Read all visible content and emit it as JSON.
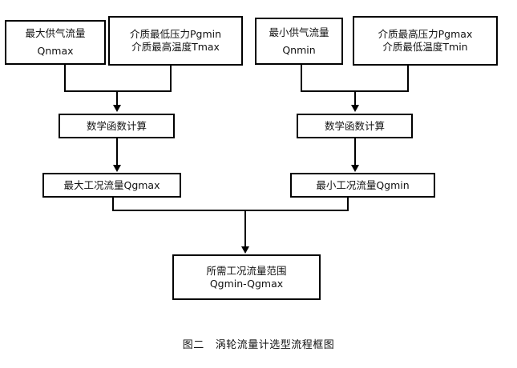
{
  "diagram": {
    "caption_label": "图二",
    "caption_title": "涡轮流量计选型流程框图",
    "colors": {
      "stroke": "#000000",
      "background": "#ffffff",
      "text": "#111111"
    },
    "nodes": {
      "max_supply_flow": {
        "line1": "最大供气流量",
        "line2": "Qnmax"
      },
      "min_pressure_max_temp": {
        "line1": "介质最低压力Pgmin",
        "line2": "介质最高温度Tmax"
      },
      "min_supply_flow": {
        "line1": "最小供气流量",
        "line2": "Qnmin"
      },
      "max_pressure_min_temp": {
        "line1": "介质最高压力Pgmax",
        "line2": "介质最低温度Tmin"
      },
      "math_function_left": {
        "line1": "数学函数计算"
      },
      "math_function_right": {
        "line1": "数学函数计算"
      },
      "max_working_flow": {
        "line1": "最大工况流量Qgmax"
      },
      "min_working_flow": {
        "line1": "最小工况流量Qgmin"
      },
      "required_flow_range": {
        "line1": "所需工况流量范围",
        "line2": "Qgmin-Qgmax"
      }
    }
  }
}
